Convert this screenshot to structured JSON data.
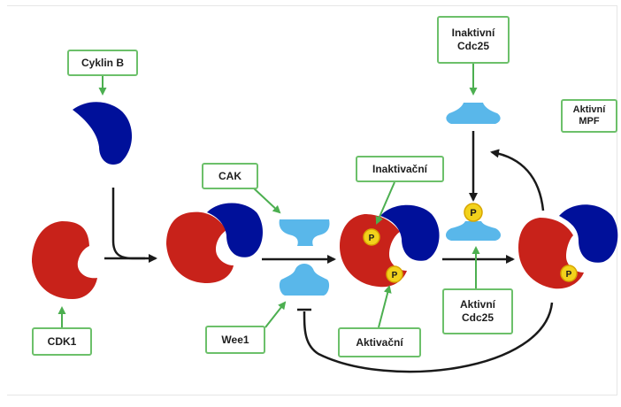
{
  "labels": {
    "cyklin_b": "Cyklin B",
    "cdk1": "CDK1",
    "cak": "CAK",
    "wee1": "Wee1",
    "inaktivacni": "Inaktivační",
    "aktivacni": "Aktivační",
    "inaktivni_cdc25": [
      "Inaktivní",
      "Cdc25"
    ],
    "aktivni_cdc25": [
      "Aktivní",
      "Cdc25"
    ],
    "aktivni_mpf": [
      "Aktivní",
      "MPF"
    ]
  },
  "phosphate_label": "P",
  "colors": {
    "cdk1": "#c8221a",
    "cyclin": "#00109a",
    "enzyme": "#59b7ea",
    "phosphate": "#f2d21c",
    "label_border": "#6cc06a",
    "arrow": "#1a1a1a",
    "pointer": "#4caf50"
  }
}
